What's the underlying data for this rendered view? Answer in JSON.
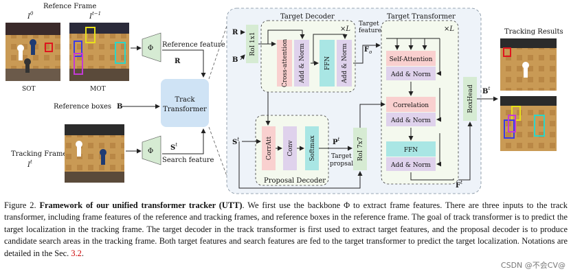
{
  "diagram": {
    "ref_frame_title": "Refence Frame",
    "i0": "I",
    "i0_sup": "0",
    "it1": "I",
    "it1_sup": "t−1",
    "sot": "SOT",
    "mot": "MOT",
    "phi": "Φ",
    "ref_feature": "Reference feature",
    "R": "R",
    "B": "B",
    "ref_boxes": "Reference boxes",
    "track_transformer_1": "Track",
    "track_transformer_2": "Transformer",
    "tracking_frame": "Tracking Frame",
    "it": "I",
    "it_sup": "t",
    "S": "S",
    "S_sup": "t",
    "search_feature": "Search feature",
    "target_decoder": "Target Decoder",
    "times_L": "×L",
    "roi_1x1": "RoI 1x1",
    "cross_attention": "Cross-attention",
    "add_norm": "Add & Norm",
    "ffn": "FFN",
    "target_feature_1": "Target",
    "target_feature_2": "feature",
    "F_o": "F",
    "F_o_sub": "o",
    "target_transformer": "Target Transformer",
    "self_attention": "Self-Attention",
    "correlation": "Correlation",
    "boxhead": "BoxHead",
    "B_t": "B",
    "B_t_sup": "t",
    "F_o_t_sup": "t",
    "proposal_decoder": "Proposal Decoder",
    "corratt": "CorrAtt",
    "conv": "Conv",
    "softmax": "Softmax",
    "P": "P",
    "P_sup": "t",
    "target_propsal_1": "Target",
    "target_propsal_2": "propsal",
    "roi_7x7": "RoI 7x7",
    "tracking_results": "Tracking Results"
  },
  "caption": {
    "prefix": "Figure 2. ",
    "bold": "Framework of our unified transformer tracker (UTT)",
    "body": ". We first use the backbone Φ to extract frame features. There are three inputs to the track transformer, including frame features of the reference and tracking frames, and reference boxes in the reference frame. The goal of track transformer is to predict the target localization in the tracking frame. The target decoder in the track transformer is first used to extract target features, and the proposal decoder is to produce candidate search areas in the tracking frame. Both target features and search features are fed to the target transformer to predict the target localization. Notations are detailed in the Sec. ",
    "ref": "3.2",
    "end": "."
  },
  "watermark": "CSDN @不会CV@",
  "colors": {
    "green_block": "#d6ebd3",
    "pink_block": "#f9d0cf",
    "purple_block": "#dfd2ec",
    "cyan_block": "#a9e6e4",
    "track_transformer": "#cfe3f5",
    "panel_bg": "#eef3f9",
    "dashed_bg": "#f4f9ee"
  }
}
